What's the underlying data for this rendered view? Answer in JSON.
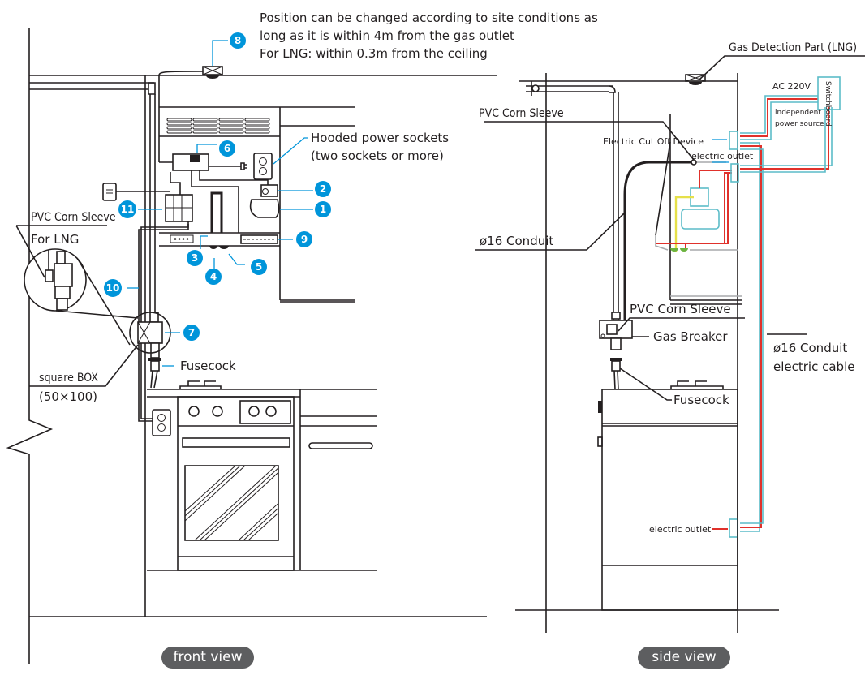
{
  "front_view": {
    "caption": "front view",
    "note_lines": [
      "Position can be changed according to site conditions as",
      "long as it is within 4m from the gas outlet",
      "For LNG: within 0.3m from the ceiling"
    ],
    "hooded_sockets_lines": [
      "Hooded power sockets",
      "(two sockets or more)"
    ],
    "pvc_sleeve_label": "PVC Corn Sleeve",
    "for_lng_label": "For LNG",
    "square_box_lines": [
      "square BOX",
      "(50×100)"
    ],
    "fusecock_label": "Fusecock",
    "badges": [
      "1",
      "2",
      "3",
      "4",
      "5",
      "6",
      "7",
      "8",
      "9",
      "10",
      "11"
    ]
  },
  "side_view": {
    "caption": "side view",
    "gas_detection_label": "Gas Detection Part (LNG)",
    "pvc_sleeve_top_label": "PVC Corn Sleeve",
    "conduit_label": "ø16 Conduit",
    "cutoff_label": "Electric Cut Off Device",
    "outlet_upper_label": "electric outlet",
    "ac_label": "AC 220V",
    "switchboard_label": "Switchboard",
    "power_source_lines": [
      "independent",
      "power source"
    ],
    "pvc_sleeve_mid_label": "PVC Corn Sleeve",
    "gas_breaker_label": "Gas Breaker",
    "conduit_cable_lines": [
      "ø16 Conduit",
      "electric cable"
    ],
    "fusecock_label": "Fusecock",
    "outlet_lower_label": "electric outlet"
  },
  "colors": {
    "badge": "#0095da",
    "cable_cyan": "#5bbcc8",
    "cable_red": "#e0312b",
    "wire_yellow": "#e6e04a",
    "ground_green": "#6cb33f",
    "pill": "#5d5e60"
  }
}
